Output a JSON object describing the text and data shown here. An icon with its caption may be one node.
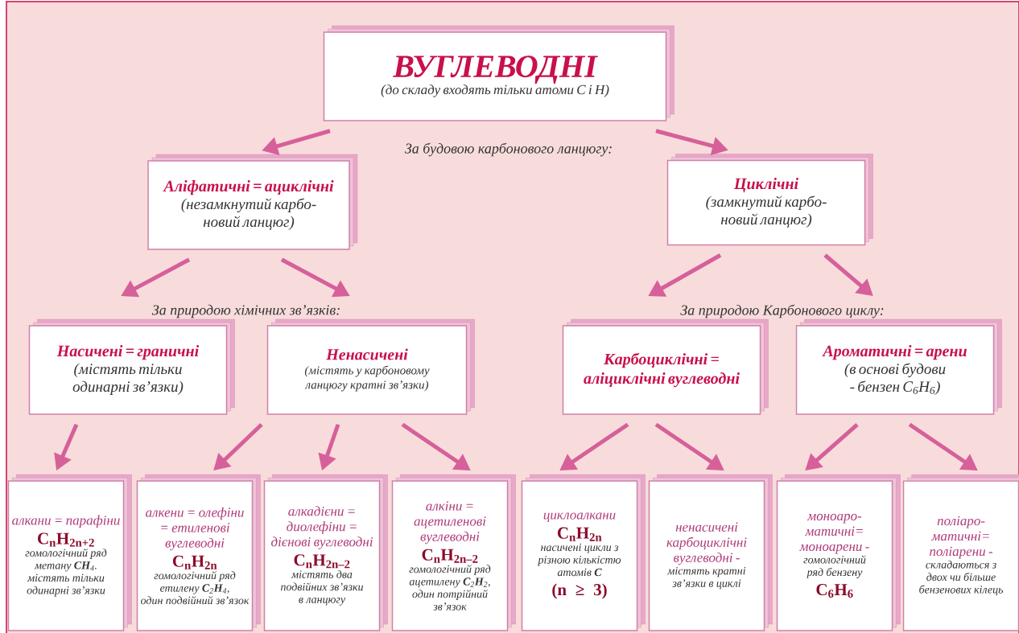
{
  "diagram": {
    "nodes": [
      {
        "text": [
          "ВУГЛЕВОДНІ",
          "(до складу входять тільки атоми С і Н)"
        ]
      },
      {
        "text": [
          "Аліфатичні = ациклічні",
          "(незамкнутий карбо- новий ланцюг)"
        ]
      },
      {
        "text": [
          "Циклічні",
          "(замкнутий карбо- новий ланцюг)"
        ]
      },
      {
        "text": [
          "Насичені = граничні",
          "(містять тільки одинарні зв’язки)"
        ]
      },
      {
        "text": [
          "Ненасичені",
          "(містять у карбоновому ланцюгу кратні зв’язки)"
        ]
      },
      {
        "text": [
          "Карбоциклічні = аліциклічні вуглеводні"
        ]
      },
      {
        "text": [
          "Ароматичні = арени",
          "(в основі будови - бензен C$_{6}$H$_{6}$)"
        ]
      },
      {
        "text": [
          "алкани = парафіни",
          "C$_{n}$H$_{2n+2}$",
          "гомологічний ряд метану **CH**$_{4}$.",
          "містять тільки одинарні зв’язки"
        ]
      },
      {
        "text": [
          "алкени = олефіни = етиленові вуглеводні",
          "C$_{n}$H$_{2n}$",
          "гомологічний ряд етилену **C**$_{2}$**H**$_{4}$,",
          "один подвійний зв’язок"
        ]
      },
      {
        "text": [
          "алкадієни = диолефіни = дієнові вуглеводні",
          "C$_{n}$H$_{2n–2}$",
          "містять два подвійних зв’язки в ланцюгу"
        ]
      },
      {
        "text": [
          "алкіни = ацетиленові вуглеводні",
          "C$_{n}$H$_{2n–2}$",
          "гомологічний ряд ацетилену **C**$_{2}$**H**$_{2}$,",
          "один потрійний зв’язок"
        ]
      },
      {
        "text": [
          "циклоалкани",
          "C$_{n}$H$_{2n}$",
          "насичені цикли з різною кількістю атомів **C**",
          "(n ≥ 3)"
        ]
      },
      {
        "text": [
          "ненасичені карбоциклічні вуглеводні -",
          "містять кратні зв’язки в циклі"
        ]
      },
      {
        "text": [
          "моноаро- матичні= моноарени -",
          "гомологічний ряд бензену",
          "C$_{6}$H$_{6}$"
        ]
      },
      {
        "text": [
          "поліаро- матичні= поліарени -",
          "складаються з двох чи більше бензенових кілець"
        ]
      }
    ],
    "edges": [
      {
        "from": 0,
        "to": 1,
        "arrow": "to"
      },
      {
        "from": 0,
        "to": 2,
        "arrow": "to"
      },
      {
        "from": 1,
        "to": 3,
        "arrow": "to"
      },
      {
        "from": 1,
        "to": 4,
        "arrow": "to"
      },
      {
        "from": 2,
        "to": 5,
        "arrow": "to"
      },
      {
        "from": 2,
        "to": 6,
        "arrow": "to"
      },
      {
        "from": 3,
        "to": 7,
        "arrow": "to"
      },
      {
        "from": 4,
        "to": 8,
        "arrow": "to"
      },
      {
        "from": 4,
        "to": 9,
        "arrow": "to"
      },
      {
        "from": 4,
        "to": 10,
        "arrow": "to"
      },
      {
        "from": 5,
        "to": 11,
        "arrow": "to"
      },
      {
        "from": 5,
        "to": 12,
        "arrow": "to"
      },
      {
        "from": 6,
        "to": 13,
        "arrow": "to"
      },
      {
        "from": 6,
        "to": 14,
        "arrow": "to"
      }
    ],
    "labels": [
      "За будовою карбонового ланцюгу:",
      "За природою хімічних зв’язків:",
      "За природою Карбонового циклу:"
    ]
  }
}
